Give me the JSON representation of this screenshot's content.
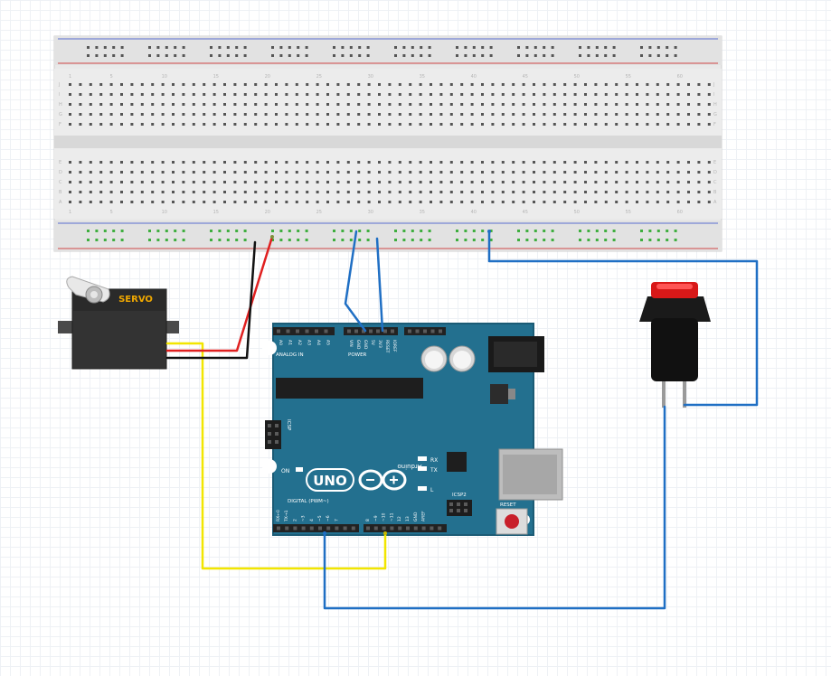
{
  "servo": {
    "label": "SERVO"
  },
  "arduino": {
    "model": "UNO",
    "brand": "Arduino",
    "on_label": "ON",
    "rx_label": "RX",
    "tx_label": "TX",
    "l_label": "L",
    "icsp_label": "ICSP",
    "icsp2_label": "ICSP2",
    "reset_label": "RESET",
    "digital_label": "DIGITAL (PWM~)",
    "power_label": "POWER",
    "analog_label": "ANALOG IN",
    "top_power_pins": [
      "IOREF",
      "RESET",
      "3V3",
      "5V",
      "GND",
      "GND",
      "VIN"
    ],
    "analog_pins": [
      "A0",
      "A1",
      "A2",
      "A3",
      "A4",
      "A5"
    ],
    "digital_pins_left": [
      "AREF",
      "GND",
      "13",
      "12",
      "~11",
      "~10",
      "~9",
      "8"
    ],
    "digital_pins_right": [
      "7",
      "~6",
      "~5",
      "4",
      "~3",
      "2",
      "TX→1",
      "RX←0"
    ]
  },
  "breadboard": {
    "row_letters_top": [
      "J",
      "I",
      "H",
      "G",
      "F"
    ],
    "row_letters_bottom": [
      "E",
      "D",
      "C",
      "B",
      "A"
    ],
    "column_numbers": [
      "1",
      "5",
      "10",
      "15",
      "20",
      "25",
      "30",
      "35",
      "40",
      "45",
      "50",
      "55",
      "60"
    ]
  },
  "colors": {
    "board": "#23708f",
    "wire_blue": "#1f6fc4",
    "wire_yellow": "#f2e600",
    "wire_red": "#e02020",
    "wire_black": "#111111",
    "button_cap": "#d81818"
  }
}
